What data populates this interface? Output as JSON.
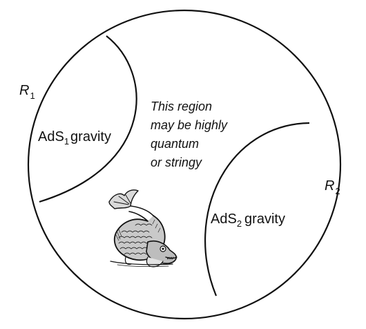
{
  "diagram": {
    "boundary_labels": {
      "r1": {
        "base": "R",
        "sub": "1"
      },
      "r2": {
        "base": "R",
        "sub": "2"
      }
    },
    "region1": {
      "prefix": "AdS",
      "sub": "1",
      "suffix": "gravity"
    },
    "region2": {
      "prefix": "AdS",
      "sub": "2",
      "suffix": "gravity"
    },
    "middle_text": [
      "This region",
      "may be highly",
      "quantum",
      "or stringy"
    ]
  }
}
